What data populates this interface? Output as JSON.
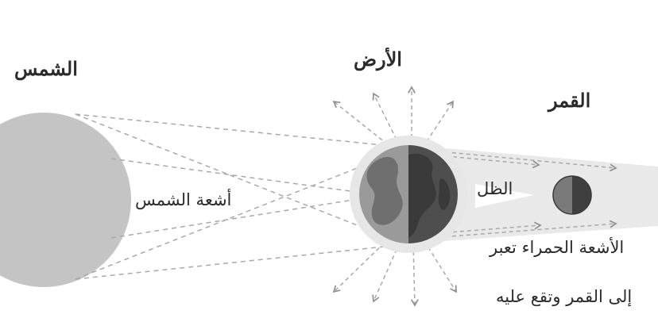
{
  "labels": {
    "sun": "الشمس",
    "earth": "الأرض",
    "moon": "القمر",
    "sun_rays": "أشعة الشمس",
    "shadow": "الظل",
    "red_rays_line1": "الأشعة الحمراء تعبر",
    "red_rays_line2": "إلى القمر وتقع عليه"
  },
  "colors": {
    "sun": "#c4c4c4",
    "earth_glow": "#e6e6e6",
    "earth_day": "#9a9a9a",
    "earth_night": "#4e4e4e",
    "moon_light": "#7a7a7a",
    "moon_dark": "#3f3f3f",
    "shadow_cone": "#e9e9e9",
    "rays": "#a9a9a9",
    "text": "#2b2b2b"
  }
}
